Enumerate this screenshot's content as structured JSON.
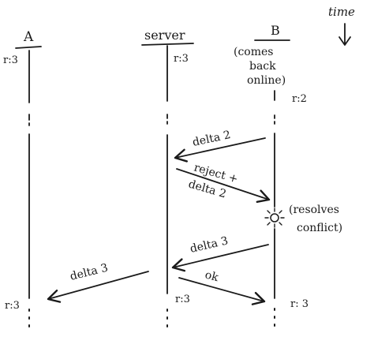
{
  "time_label": "time",
  "participants": {
    "a": "A",
    "server": "server",
    "b": "B"
  },
  "b_note": [
    "(comes",
    "back",
    "online)"
  ],
  "states": {
    "a_top": "r:3",
    "server_top": "r:3",
    "b_top": "r:2",
    "a_bottom": "r:3",
    "server_bottom": "r:3",
    "b_bottom": "r: 3"
  },
  "messages": {
    "b_to_server_delta2": "delta 2",
    "server_to_b_line1": "reject +",
    "server_to_b_line2": "delta 2",
    "b_to_server_delta3": "delta 3",
    "server_to_a_delta3": "delta 3",
    "server_to_b_ok": "ok"
  },
  "resolve_note": [
    "(resolves",
    "conflict)"
  ]
}
